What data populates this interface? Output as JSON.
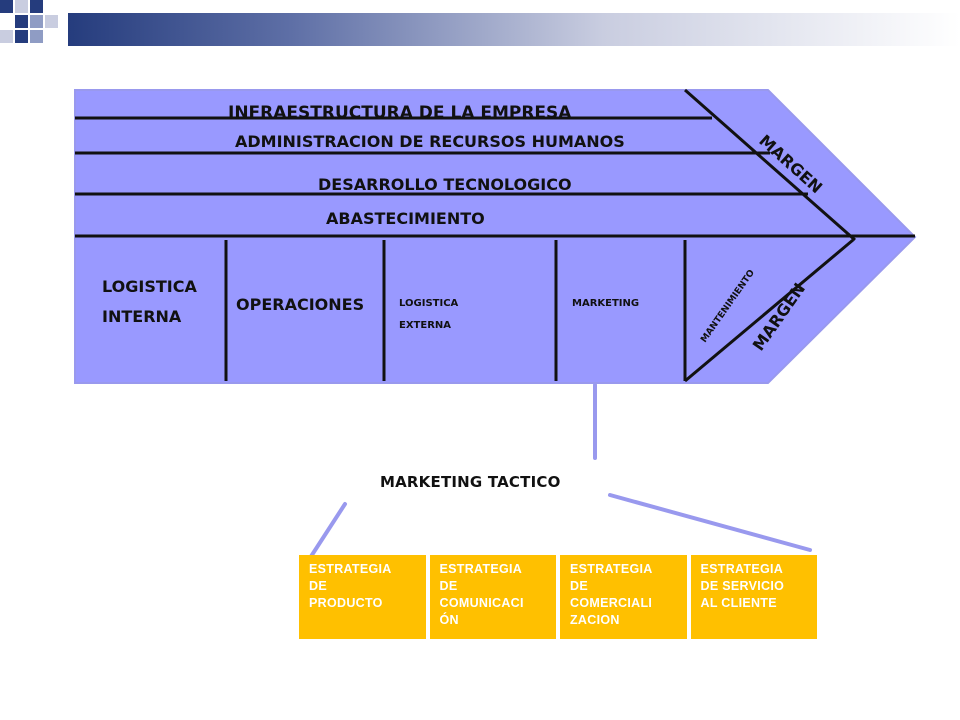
{
  "support_activities": {
    "infraestructura": "INFRAESTRUCTURA DE LA EMPRESA",
    "recursos_humanos": "ADMINISTRACION DE RECURSOS HUMANOS",
    "desarrollo": "DESARROLLO TECNOLOGICO",
    "abastecimiento": "ABASTECIMIENTO"
  },
  "margin_label_top": "MARGEN",
  "primary_activities": {
    "logistica_interna": [
      "LOGISTICA",
      "INTERNA"
    ],
    "operaciones": "OPERACIONES",
    "logistica_externa": [
      "LOGISTICA",
      "EXTERNA"
    ],
    "marketing": "MARKETING",
    "mantenimiento": "MANTENIMIENTO"
  },
  "margin_label_bottom": "MARGEN",
  "marketing_tactico": "MARKETING TACTICO",
  "strategies": [
    [
      "ESTRATEGIA",
      "DE",
      "PRODUCTO"
    ],
    [
      "ESTRATEGIA",
      "DE",
      "COMUNICACI",
      "ÓN"
    ],
    [
      "ESTRATEGIA",
      "DE",
      "COMERCIALI",
      "ZACION"
    ],
    [
      "ESTRATEGIA",
      "DE SERVICIO",
      "AL CLIENTE"
    ]
  ],
  "colors": {
    "chain_fill": "#9999ff",
    "connector": "#9999ee",
    "strategy_fill": "#ffc000",
    "header_dark": "#253c7d"
  }
}
